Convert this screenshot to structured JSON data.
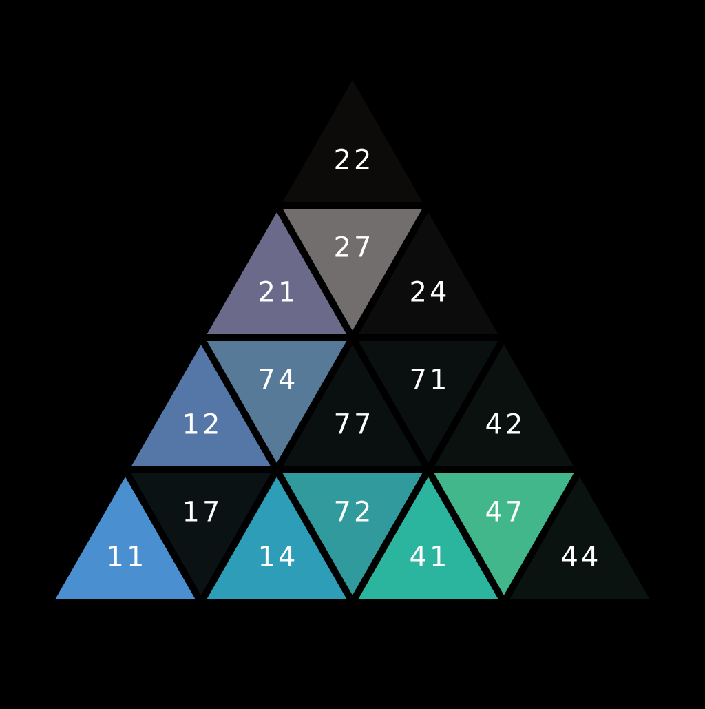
{
  "background": "#000000",
  "label_color": "#ffffff",
  "rows": [
    [
      {
        "label": "22",
        "color": "#0d0a0a"
      }
    ],
    [
      {
        "label": "21",
        "color": "#6b6a8a"
      },
      {
        "label": "27",
        "color": "#736e6e"
      },
      {
        "label": "24",
        "color": "#0b0c0b"
      }
    ],
    [
      {
        "label": "12",
        "color": "#5577a8"
      },
      {
        "label": "74",
        "color": "#567a98"
      },
      {
        "label": "77",
        "color": "#0a1010"
      },
      {
        "label": "71",
        "color": "#0a1010"
      },
      {
        "label": "42",
        "color": "#0a110f"
      }
    ],
    [
      {
        "label": "11",
        "color": "#4a90d0"
      },
      {
        "label": "17",
        "color": "#0a1214"
      },
      {
        "label": "14",
        "color": "#2d9db8"
      },
      {
        "label": "72",
        "color": "#319a9c"
      },
      {
        "label": "41",
        "color": "#2bb49e"
      },
      {
        "label": "47",
        "color": "#42b78c"
      },
      {
        "label": "44",
        "color": "#0a1310"
      }
    ]
  ]
}
